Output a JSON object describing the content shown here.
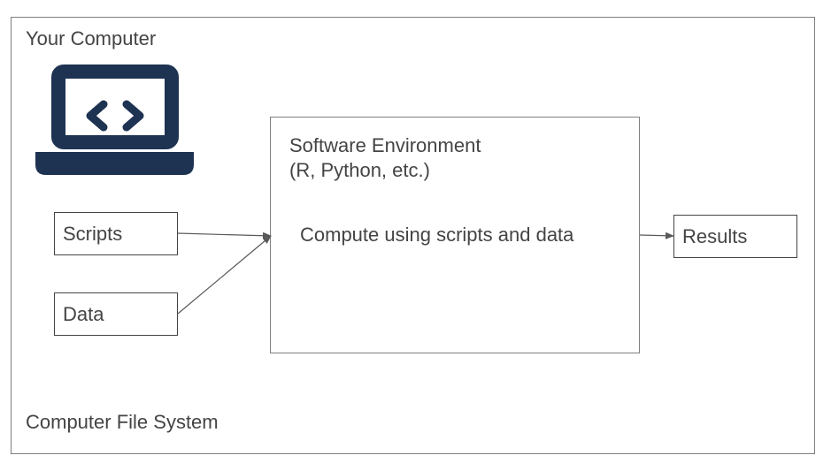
{
  "diagram": {
    "computer_label": "Your Computer",
    "file_system_label": "Computer File System",
    "environment": {
      "title_line1": "Software Environment",
      "title_line2": "(R, Python, etc.)",
      "action": "Compute using scripts and data"
    },
    "inputs": {
      "scripts": "Scripts",
      "data": "Data"
    },
    "output": {
      "results": "Results"
    },
    "icon": "laptop-code-icon",
    "colors": {
      "icon": "#1e3352",
      "text": "#444444",
      "border": "#7f7f7f",
      "arrow": "#595959"
    }
  }
}
